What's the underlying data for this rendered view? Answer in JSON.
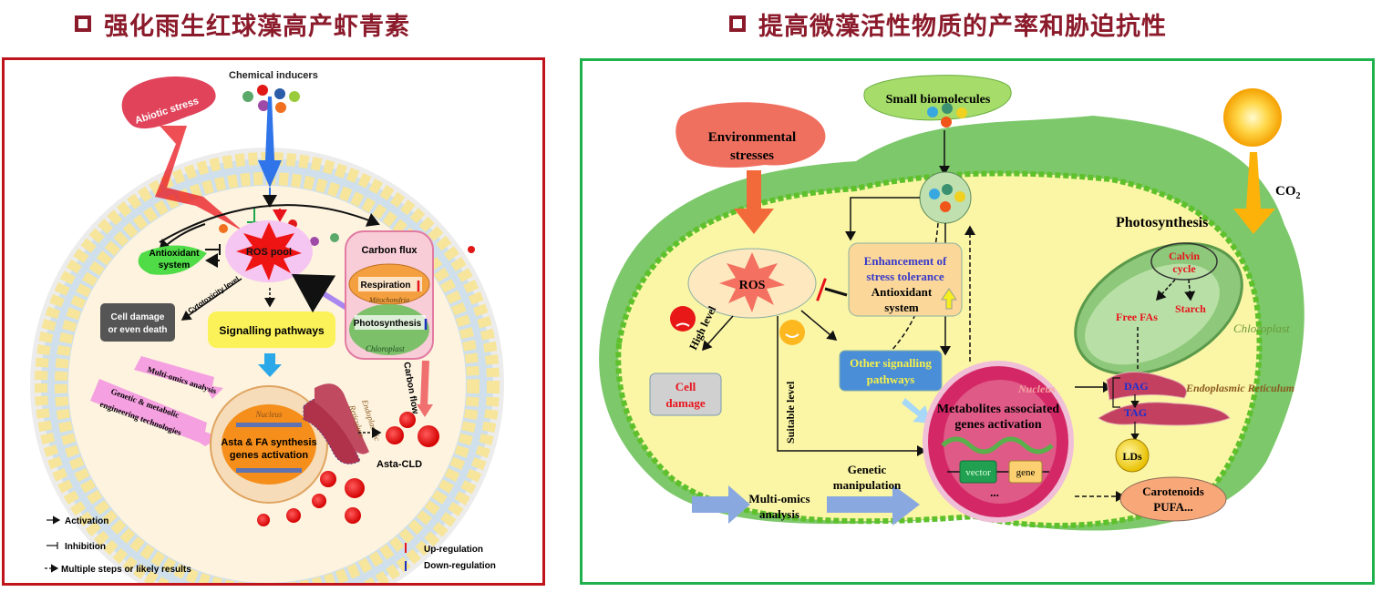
{
  "headings": {
    "left": "强化雨生红球藻高产虾青素",
    "right": "提高微藻活性物质的产率和胁迫抗性"
  },
  "left_panel": {
    "abiotic_stress": "Abiotic stress",
    "chemical_inducers": "Chemical inducers",
    "ros_pool": "ROS pool",
    "antioxidant_line1": "Antioxidant",
    "antioxidant_line2": "system",
    "cytotoxicity": "Cytotoxicity level",
    "cell_damage_line1": "Cell damage",
    "cell_damage_line2": "or even death",
    "signalling": "Signalling pathways",
    "carbon_flux": "Carbon flux",
    "respiration": "Respiration",
    "mitochondria": "Mitochondria",
    "photosynthesis": "Photosynthesis",
    "chloroplast": "Chloroplast",
    "carbon_flow": "Carbon flow",
    "multi_omics": "Multi-omics analysis",
    "genetic_line1": "Genetic & metabolic",
    "genetic_line2": "engineering technologies",
    "nucleus": "Nucleus",
    "asta_line1": "Asta & FA synthesis",
    "asta_line2": "genes activation",
    "er_line1": "Endoplasmic",
    "er_line2": "Reticulum",
    "asta_cld": "Asta-CLD",
    "legend": {
      "activation": "Activation",
      "inhibition": "Inhibition",
      "multiple": "Multiple steps or likely results",
      "up": "Up-regulation",
      "down": "Down-regulation"
    },
    "colors": {
      "up": "#e8141c",
      "down": "#1a2fc4",
      "border": "#c0141c"
    }
  },
  "right_panel": {
    "env_line1": "Environmental",
    "env_line2": "stresses",
    "small_biomolecules": "Small biomolecules",
    "co2": "CO",
    "co2_sub": "2",
    "photosynthesis": "Photosynthesis",
    "calvin_line1": "Calvin",
    "calvin_line2": "cycle",
    "free_fas": "Free FAs",
    "starch": "Starch",
    "chloroplast": "Chloroplast",
    "ros": "ROS",
    "enh_line1": "Enhancement of",
    "enh_line2": "stress tolerance",
    "antiox_line1": "Antioxidant",
    "antiox_line2": "system",
    "high_level": "High level",
    "suitable_level": "Suitable level",
    "cell_line1": "Cell",
    "cell_line2": "damage",
    "other_line1": "Other signalling",
    "other_line2": "pathways",
    "nucleus": "Nucleus",
    "meta_line1": "Metabolites associated",
    "meta_line2": "genes activation",
    "vector": "vector",
    "gene": "gene",
    "ellipsis": "...",
    "dag": "DAG",
    "tag": "TAG",
    "er": "Endoplasmic Reticulum",
    "lds": "LDs",
    "caro_line1": "Carotenoids",
    "caro_line2": "PUFA...",
    "genetic_line1": "Genetic",
    "genetic_line2": "manipulation",
    "multi_line1": "Multi-omics",
    "multi_line2": "analysis",
    "colors": {
      "border": "#1fb14c"
    }
  }
}
